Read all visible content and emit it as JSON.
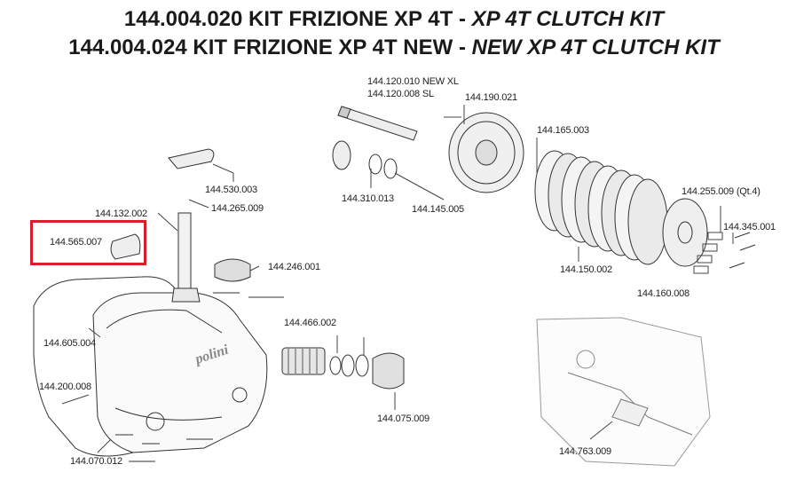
{
  "header": {
    "line1_code": "144.004.020 KIT FRIZIONE XP 4T",
    "line1_sep": " - ",
    "line1_en": "XP 4T CLUTCH KIT",
    "line2_code": "144.004.024 KIT FRIZIONE XP 4T NEW",
    "line2_sep": " - ",
    "line2_en": "NEW XP 4T CLUTCH KIT"
  },
  "parts": {
    "p120010": "144.120.010 NEW XL",
    "p120008": "144.120.008 SL",
    "p190021": "144.190.021",
    "p165003": "144.165.003",
    "p530003": "144.530.003",
    "p265009": "144.265.009",
    "p132002": "144.132.002",
    "p310013": "144.310.013",
    "p145005": "144.145.005",
    "p255009": "144.255.009 (Qt.4)",
    "p345001": "144.345.001",
    "p565007": "144.565.007",
    "p246001": "144.246.001",
    "p150002": "144.150.002",
    "p160008": "144.160.008",
    "p605004": "144.605.004",
    "p466002": "144.466.002",
    "p200008": "144.200.008",
    "p075009": "144.075.009",
    "p070012": "144.070.012",
    "p763009": "144.763.009"
  },
  "logo_text": "polini",
  "colors": {
    "highlight": "#d3202a",
    "line": "#333333"
  }
}
